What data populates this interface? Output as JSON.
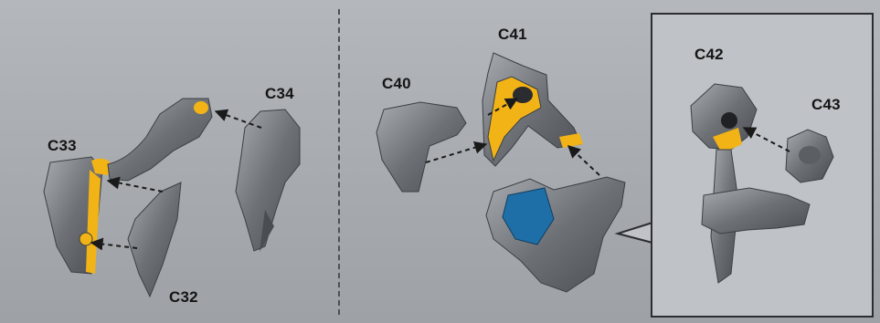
{
  "labels": {
    "c33": "C33",
    "c34": "C34",
    "c32": "C32",
    "c40": "C40",
    "c41": "C41",
    "c42": "C42",
    "c43": "C43"
  },
  "colors": {
    "background": "#a9adb1",
    "part_gray": "#6f7378",
    "part_light": "#9ca0a5",
    "peg_yellow": "#f2b316",
    "accent_blue": "#1e6fa8",
    "inset_bg": "#bfc3c7",
    "outline": "#2b2d31"
  },
  "icons": [
    "dashed-arrow-icon"
  ]
}
